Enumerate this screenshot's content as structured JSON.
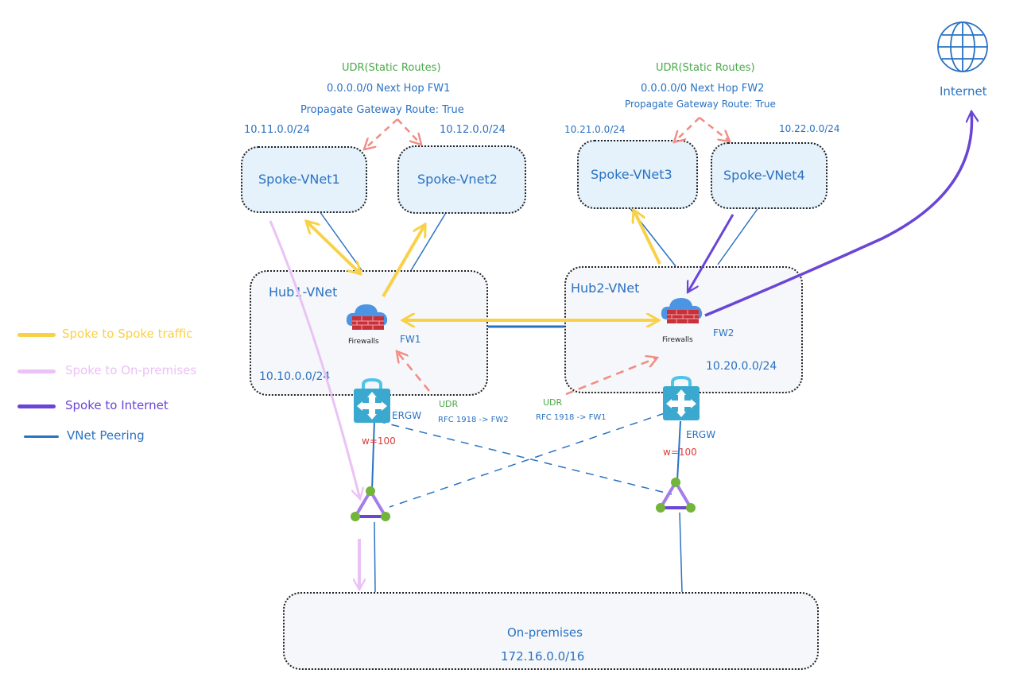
{
  "diagram": {
    "title": "Hub and Spoke with Firewalls and ExpressRoute",
    "spokes_left": {
      "udr_title": "UDR(Static Routes)",
      "route": "0.0.0.0/0 Next Hop FW1",
      "propagate": "Propagate Gateway Route: True",
      "vnets": [
        {
          "name": "Spoke-VNet1",
          "cidr": "10.11.0.0/24"
        },
        {
          "name": "Spoke-Vnet2",
          "cidr": "10.12.0.0/24"
        }
      ]
    },
    "spokes_right": {
      "udr_title": "UDR(Static Routes)",
      "route": "0.0.0.0/0 Next Hop FW2",
      "propagate": "Propagate Gateway Route: True",
      "vnets": [
        {
          "name": "Spoke-VNet3",
          "cidr": "10.21.0.0/24"
        },
        {
          "name": "Spoke-VNet4",
          "cidr": "10.22.0.0/24"
        }
      ]
    },
    "hub1": {
      "name": "Hub1-VNet",
      "cidr": "10.10.0.0/24",
      "firewall_caption": "Firewalls",
      "firewall_name": "FW1",
      "gateway": "ERGW",
      "weight": "w=100",
      "udr_title": "UDR",
      "udr_route": "RFC 1918 -> FW2"
    },
    "hub2": {
      "name": "Hub2-VNet",
      "cidr": "10.20.0.0/24",
      "firewall_caption": "Firewalls",
      "firewall_name": "FW2",
      "gateway": "ERGW",
      "weight": "w=100",
      "udr_title": "UDR",
      "udr_route": "RFC 1918 -> FW1"
    },
    "internet": {
      "label": "Internet",
      "icon": "globe-icon"
    },
    "onprem": {
      "name": "On-premises",
      "cidr": "172.16.0.0/16"
    },
    "legend": [
      {
        "label": "Spoke to Spoke traffic",
        "color": "#f9d148"
      },
      {
        "label": "Spoke to On-premises",
        "color": "#ebc2f5"
      },
      {
        "label": "Spoke to Internet",
        "color": "#6a45d6"
      },
      {
        "label": "VNet Peering",
        "color": "#2a72c2"
      }
    ],
    "colors": {
      "spoke_traffic": "#f9d148",
      "onprem_traffic": "#ebc2f5",
      "internet_traffic": "#6a45d6",
      "peering": "#2a72c2",
      "udr_arrow": "#f28b82",
      "udr_text": "#4aa84a",
      "weight_text": "#e03a3a"
    }
  }
}
